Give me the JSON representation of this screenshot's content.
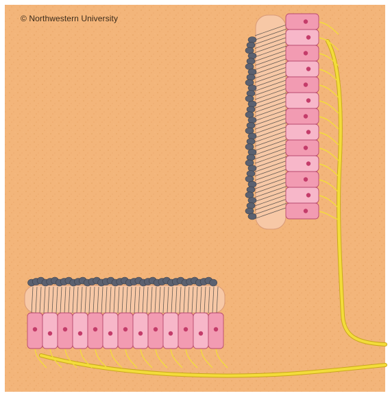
{
  "image": {
    "credit": "© Northwestern University",
    "colors": {
      "background": "#f3b57a",
      "background_speckle": "#e79f62",
      "frame": "#ffffff",
      "cell_fill": "#f29bb2",
      "cell_fill_light": "#f7b7c9",
      "cell_outline": "#b84a6e",
      "nucleus": "#c43c6a",
      "cuticular_band": "#f7c8a6",
      "stereocilia": "#3e3e3e",
      "otolith_cluster": "#5b6170",
      "nerve": "#f3dc3a",
      "nerve_outline": "#c9a81b"
    },
    "icons": [
      "hair-cell-row-vertical",
      "hair-cell-row-horizontal",
      "nerve-fiber-bundle"
    ]
  }
}
